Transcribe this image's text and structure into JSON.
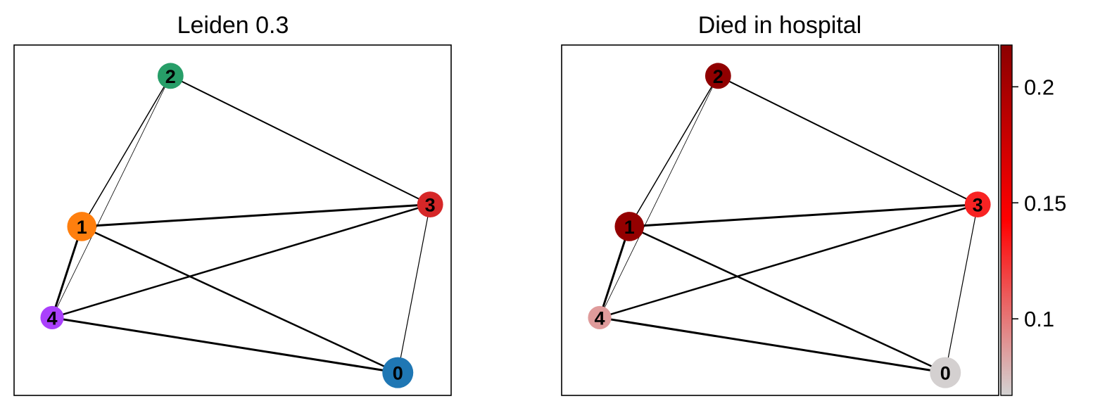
{
  "chart_data": [
    {
      "type": "network",
      "title": "Leiden 0.3",
      "node_color_by": "category",
      "nodes": [
        {
          "id": "0",
          "label": "0",
          "x": 0.878,
          "y": 0.065,
          "size": 1.0,
          "color": "#1f77b4"
        },
        {
          "id": "1",
          "label": "1",
          "x": 0.155,
          "y": 0.482,
          "size": 0.9,
          "color": "#ff7f0e"
        },
        {
          "id": "2",
          "label": "2",
          "x": 0.358,
          "y": 0.912,
          "size": 0.7,
          "color": "#279e68"
        },
        {
          "id": "3",
          "label": "3",
          "x": 0.952,
          "y": 0.545,
          "size": 0.7,
          "color": "#d62728"
        },
        {
          "id": "4",
          "label": "4",
          "x": 0.087,
          "y": 0.222,
          "size": 0.55,
          "color": "#aa40fc"
        }
      ],
      "edges": [
        {
          "source": "2",
          "target": "3",
          "weight": 2
        },
        {
          "source": "2",
          "target": "1",
          "weight": 1.5
        },
        {
          "source": "2",
          "target": "4",
          "weight": 0.8
        },
        {
          "source": "1",
          "target": "3",
          "weight": 3
        },
        {
          "source": "1",
          "target": "4",
          "weight": 3
        },
        {
          "source": "1",
          "target": "0",
          "weight": 2.5
        },
        {
          "source": "4",
          "target": "3",
          "weight": 2.5
        },
        {
          "source": "4",
          "target": "0",
          "weight": 3
        },
        {
          "source": "3",
          "target": "0",
          "weight": 1.2
        }
      ]
    },
    {
      "type": "network",
      "title": "Died in hospital",
      "node_color_by": "continuous",
      "colorbar": {
        "min": 0.067,
        "max": 0.218,
        "ticks": [
          0.1,
          0.15,
          0.2
        ],
        "tick_labels": [
          "0.1",
          "0.15",
          "0.2"
        ],
        "colormap": [
          "#d3d3d3",
          "#ff0000",
          "#8b0000"
        ]
      },
      "nodes": [
        {
          "id": "0",
          "label": "0",
          "x": 0.878,
          "y": 0.065,
          "size": 1.0,
          "value": 0.068
        },
        {
          "id": "1",
          "label": "1",
          "x": 0.155,
          "y": 0.482,
          "size": 0.9,
          "value": 0.212
        },
        {
          "id": "2",
          "label": "2",
          "x": 0.358,
          "y": 0.912,
          "size": 0.7,
          "value": 0.215
        },
        {
          "id": "3",
          "label": "3",
          "x": 0.952,
          "y": 0.545,
          "size": 0.7,
          "value": 0.13
        },
        {
          "id": "4",
          "label": "4",
          "x": 0.087,
          "y": 0.222,
          "size": 0.55,
          "value": 0.087
        }
      ],
      "edges": [
        {
          "source": "2",
          "target": "3",
          "weight": 2
        },
        {
          "source": "2",
          "target": "1",
          "weight": 1.5
        },
        {
          "source": "2",
          "target": "4",
          "weight": 0.8
        },
        {
          "source": "1",
          "target": "3",
          "weight": 3
        },
        {
          "source": "1",
          "target": "4",
          "weight": 3
        },
        {
          "source": "1",
          "target": "0",
          "weight": 2.5
        },
        {
          "source": "4",
          "target": "3",
          "weight": 2.5
        },
        {
          "source": "4",
          "target": "0",
          "weight": 3
        },
        {
          "source": "3",
          "target": "0",
          "weight": 1.2
        }
      ]
    }
  ]
}
